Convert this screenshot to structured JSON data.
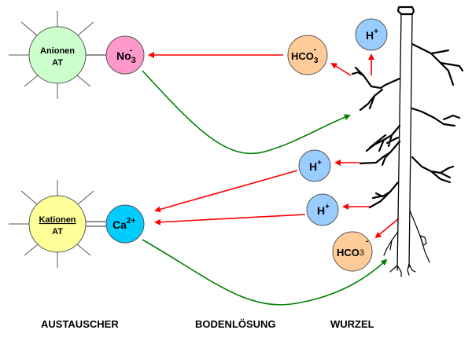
{
  "diagram": {
    "exchangers": {
      "anion": {
        "line1": "Anionen",
        "line2": "AT",
        "color": "#ccffcc"
      },
      "cation": {
        "line1": "Kationen",
        "line2": "AT",
        "color": "#ffff99"
      }
    },
    "ions": {
      "nitrate": {
        "base": "No",
        "sub": "3",
        "sup": "-",
        "color": "#ff99cc"
      },
      "calcium": {
        "base": "Ca",
        "sup": "2+",
        "color": "#00ccff"
      },
      "bicarbonate_top": {
        "base": "HCO",
        "sub": "3",
        "sup": "-",
        "color": "#ffcc99"
      },
      "hydrogen_top": {
        "base": "H",
        "sup": "+",
        "color": "#99ccff"
      },
      "hydrogen_mid1": {
        "base": "H",
        "sup": "+",
        "color": "#99ccff"
      },
      "hydrogen_mid2": {
        "base": "H",
        "sup": "+",
        "color": "#99ccff"
      },
      "bicarbonate_bottom": {
        "base": "HCO",
        "sup": "-",
        "sup2": "3",
        "color": "#ffcc99"
      }
    },
    "colors": {
      "release_arrow": "#ff0000",
      "uptake_arrow": "#008000",
      "outline": "#555555"
    },
    "column_labels": {
      "exchanger": "AUSTAUSCHER",
      "soil_solution": "BODENLÖSUNG",
      "root": "WURZEL"
    }
  }
}
